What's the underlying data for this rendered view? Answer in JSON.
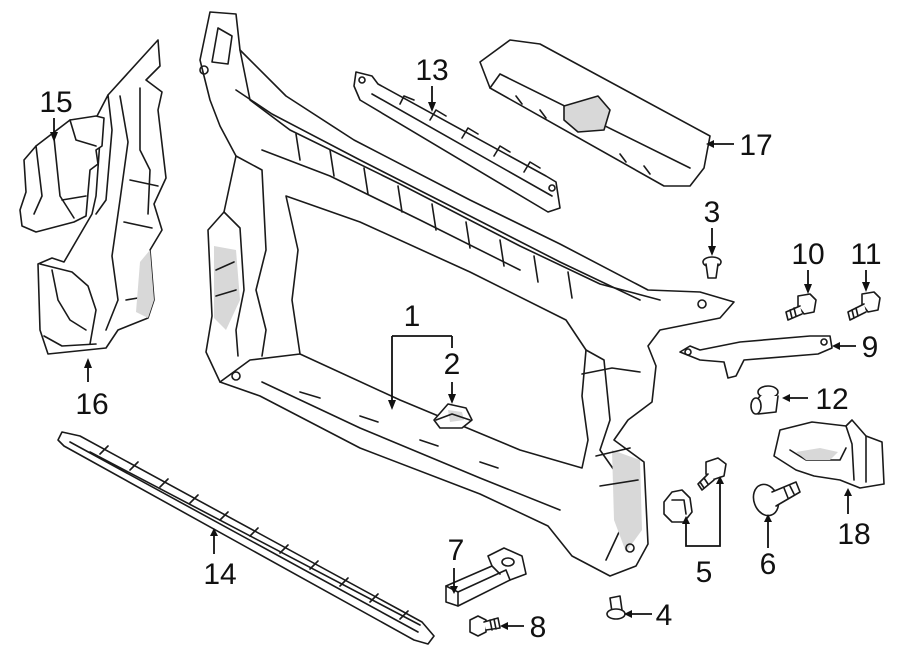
{
  "callouts": {
    "c1": "1",
    "c2": "2",
    "c3": "3",
    "c4": "4",
    "c5": "5",
    "c6": "6",
    "c7": "7",
    "c8": "8",
    "c9": "9",
    "c10": "10",
    "c11": "11",
    "c12": "12",
    "c13": "13",
    "c14": "14",
    "c15": "15",
    "c16": "16",
    "c17": "17",
    "c18": "18"
  },
  "colors": {
    "line": "#1a1a1a",
    "shade": "#d8d8d8",
    "background": "#ffffff"
  }
}
